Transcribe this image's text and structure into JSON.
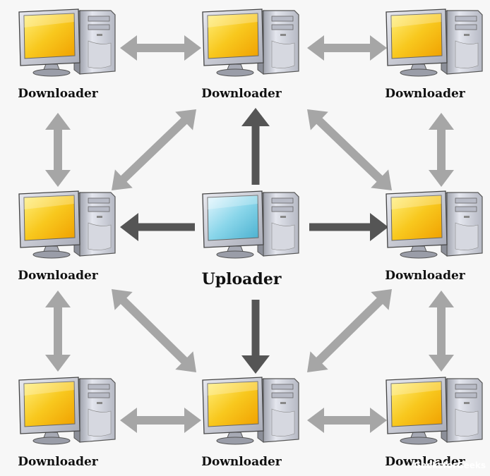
{
  "nodes": [
    {
      "id": "tl",
      "label": "Downloader",
      "role": "downloader"
    },
    {
      "id": "tc",
      "label": "Downloader",
      "role": "downloader"
    },
    {
      "id": "tr",
      "label": "Downloader",
      "role": "downloader"
    },
    {
      "id": "ml",
      "label": "Downloader",
      "role": "downloader"
    },
    {
      "id": "mc",
      "label": "Uploader",
      "role": "uploader"
    },
    {
      "id": "mr",
      "label": "Downloader",
      "role": "downloader"
    },
    {
      "id": "bl",
      "label": "Downloader",
      "role": "downloader"
    },
    {
      "id": "bc",
      "label": "Downloader",
      "role": "downloader"
    },
    {
      "id": "br",
      "label": "Downloader",
      "role": "downloader"
    }
  ],
  "edges": [
    {
      "from": "tl",
      "to": "tc",
      "kind": "peer"
    },
    {
      "from": "tc",
      "to": "tr",
      "kind": "peer"
    },
    {
      "from": "tl",
      "to": "ml",
      "kind": "peer"
    },
    {
      "from": "tr",
      "to": "mr",
      "kind": "peer"
    },
    {
      "from": "tc",
      "to": "ml",
      "kind": "peer"
    },
    {
      "from": "tc",
      "to": "mr",
      "kind": "peer"
    },
    {
      "from": "ml",
      "to": "bl",
      "kind": "peer"
    },
    {
      "from": "mr",
      "to": "br",
      "kind": "peer"
    },
    {
      "from": "ml",
      "to": "bc",
      "kind": "peer"
    },
    {
      "from": "mr",
      "to": "bc",
      "kind": "peer"
    },
    {
      "from": "bl",
      "to": "bc",
      "kind": "peer"
    },
    {
      "from": "bc",
      "to": "br",
      "kind": "peer"
    },
    {
      "from": "mc",
      "to": "tc",
      "kind": "upload"
    },
    {
      "from": "mc",
      "to": "ml",
      "kind": "upload"
    },
    {
      "from": "mc",
      "to": "mr",
      "kind": "upload"
    },
    {
      "from": "mc",
      "to": "bc",
      "kind": "upload"
    }
  ],
  "colors": {
    "peer_arrow": "#a6a6a6",
    "upload_arrow": "#555555",
    "downloader_screen": "#f5c518",
    "uploader_screen": "#7fd3e6",
    "case": "#c9cbd4"
  },
  "watermark": "GeeksforGeeks"
}
